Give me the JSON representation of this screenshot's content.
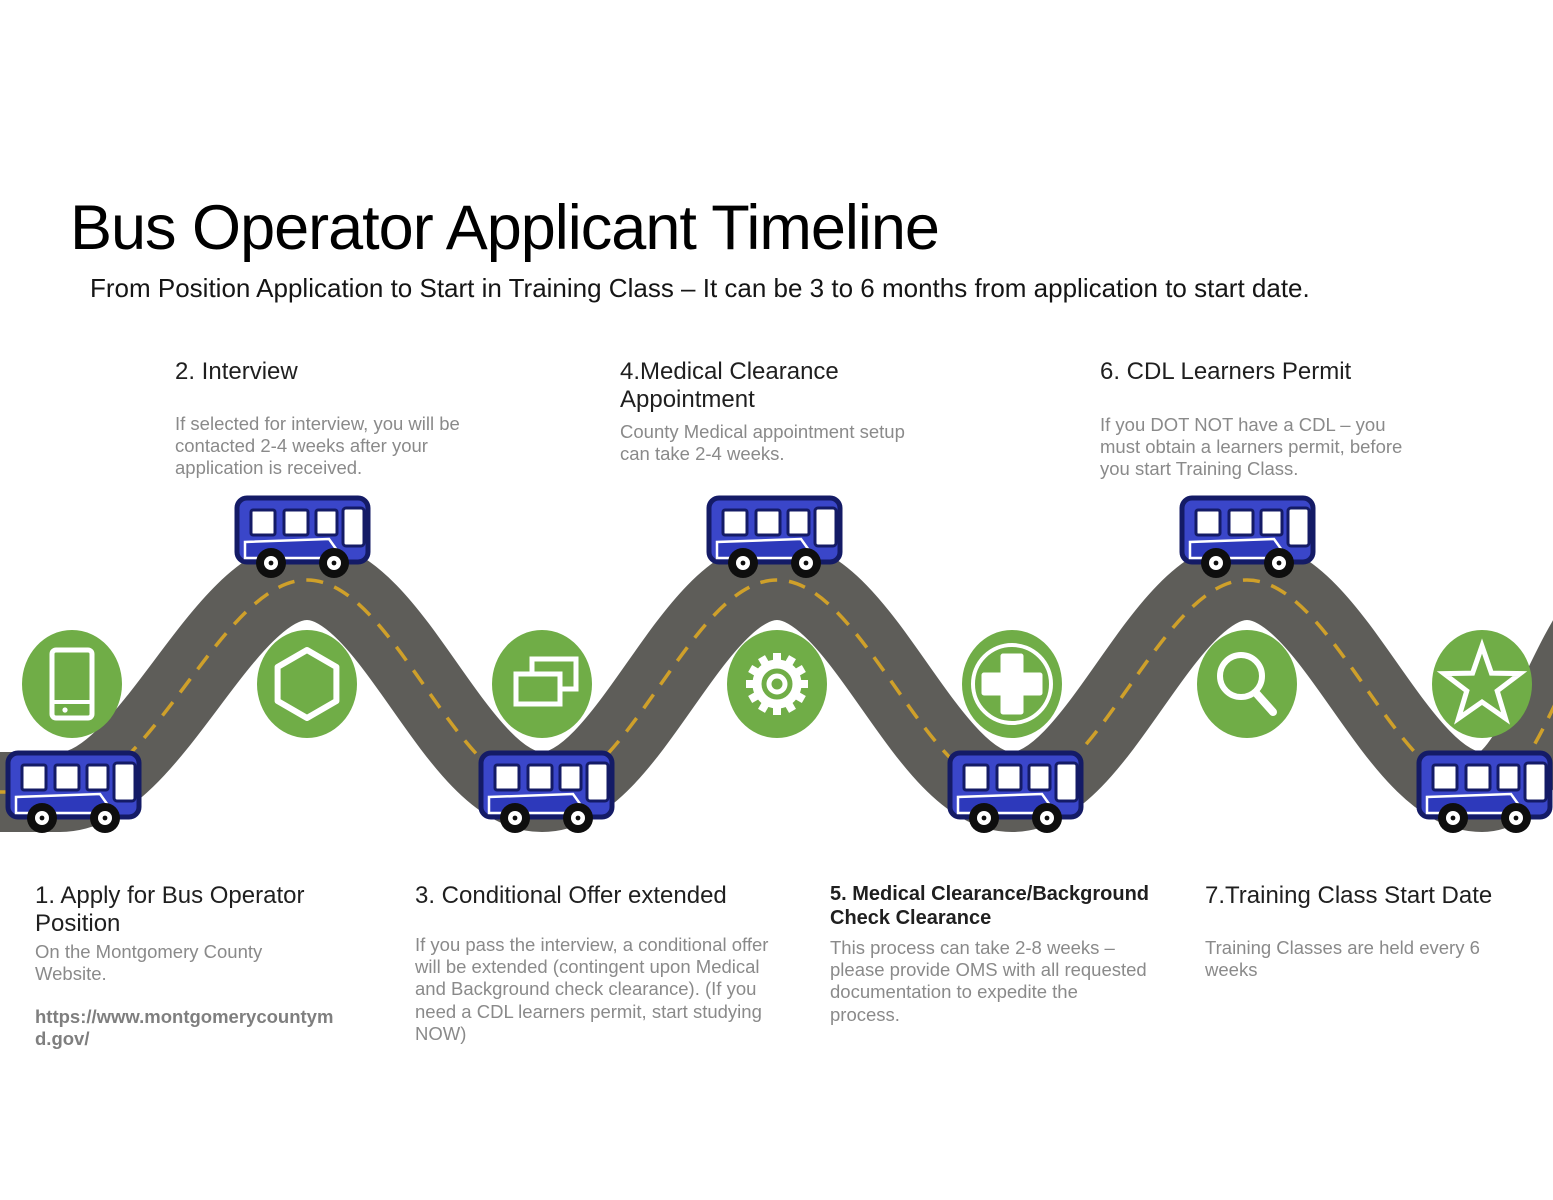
{
  "title": "Bus Operator Applicant Timeline",
  "subtitle": "From Position Application to Start in Training Class – It can be 3 to 6 months from application to start date.",
  "colors": {
    "icon_green": "#70ad47",
    "road_gray": "#5e5d59",
    "center_line_yellow": "#cfa02a",
    "bus_blue": "#3a46c9",
    "bus_outline_navy": "#141b66",
    "heading_text": "#1f1f1f",
    "body_text": "#8a8a8a"
  },
  "steps": [
    {
      "number": "1",
      "heading": "1. Apply for Bus Operator Position",
      "body": "On the Montgomery County Website.",
      "link": "https://www.montgomerycountymd.gov/",
      "icon": "smartphone-icon",
      "row": "bottom"
    },
    {
      "number": "2",
      "heading": "2. Interview",
      "body": "If selected for interview, you will be contacted 2-4 weeks after your  application is received.",
      "icon": "hexagon-icon",
      "row": "top"
    },
    {
      "number": "3",
      "heading": "3. Conditional Offer extended",
      "body": "If you pass the interview, a conditional offer will be extended (contingent upon Medical and Background check clearance). (If you need a CDL learners permit, start studying NOW)",
      "icon": "documents-icon",
      "row": "bottom"
    },
    {
      "number": "4",
      "heading": "4.Medical Clearance Appointment",
      "body": "County Medical appointment setup can take 2-4 weeks.",
      "icon": "gear-icon",
      "row": "top"
    },
    {
      "number": "5",
      "heading": "5. Medical Clearance/Background Check Clearance",
      "body": "This process can take 2-8 weeks – please provide OMS with all requested documentation to expedite the process.",
      "icon": "medical-cross-icon",
      "row": "bottom"
    },
    {
      "number": "6",
      "heading": "6. CDL Learners Permit",
      "body": "If you DOT NOT have a CDL – you must obtain a learners permit, before you start Training Class.",
      "icon": "magnifier-icon",
      "row": "top"
    },
    {
      "number": "7",
      "heading": "7.Training Class Start Date",
      "body": "Training Classes are held every 6 weeks",
      "icon": "star-icon",
      "row": "bottom"
    }
  ]
}
